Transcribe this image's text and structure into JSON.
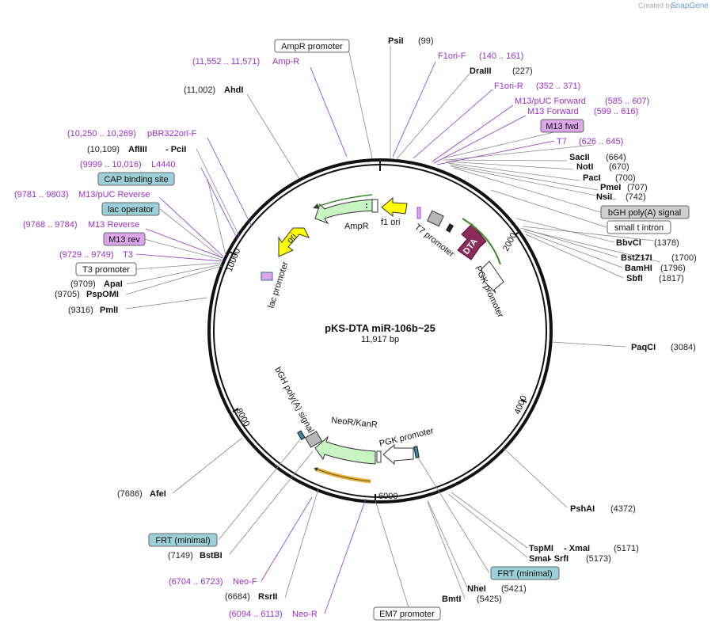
{
  "credit": {
    "created_by": "Created by",
    "brand": "SnapGene"
  },
  "map": {
    "name": "pKS-DTA miR-106b~25",
    "length": "11,917 bp"
  },
  "ticks": [
    "2000",
    "4000",
    "6000",
    "8000",
    "10000"
  ],
  "sites_right": [
    {
      "name": "PsiI",
      "pos": "(99)"
    },
    {
      "name": "DraIII",
      "pos": "(227)"
    },
    {
      "name": "SacII",
      "pos": "(664)"
    },
    {
      "name": "NotI",
      "pos": "(670)"
    },
    {
      "name": "PacI",
      "pos": "(700)"
    },
    {
      "name": "PmeI",
      "pos": "(707)"
    },
    {
      "name": "NsiI",
      "pos": "(742)"
    },
    {
      "name": "BbvCI",
      "pos": "(1378)"
    },
    {
      "name": "BstZ17I",
      "pos": "(1700)"
    },
    {
      "name": "BamHI",
      "pos": "(1796)"
    },
    {
      "name": "SbfI",
      "pos": "(1817)"
    },
    {
      "name": "PaqCI",
      "pos": "(3084)"
    },
    {
      "name": "PshAI",
      "pos": "(4372)"
    },
    {
      "name": "TspMI",
      "sep": "- XmaI",
      "pos": "(5171)"
    },
    {
      "name": "SmaI",
      "sep": "- SrfI",
      "pos": "(5173)"
    },
    {
      "name": "NheI",
      "pos": "(5421)"
    },
    {
      "name": "BmtI",
      "pos": "(5425)"
    }
  ],
  "sites_left": [
    {
      "name": "AhdI",
      "pos": "(11,002)"
    },
    {
      "name": "AflIII",
      "sep": "- PciI",
      "pos": "(10,109)"
    },
    {
      "name": "ApaI",
      "pos": "(9709)"
    },
    {
      "name": "PspOMI",
      "pos": "(9705)"
    },
    {
      "name": "PmlI",
      "pos": "(9316)"
    },
    {
      "name": "AfeI",
      "pos": "(7686)"
    },
    {
      "name": "BstBI",
      "pos": "(7149)"
    },
    {
      "name": "RsrII",
      "pos": "(6684)"
    }
  ],
  "primers": [
    {
      "name": "F1ori-F",
      "pos": "(140 .. 161)"
    },
    {
      "name": "F1ori-R",
      "pos": "(352 .. 371)"
    },
    {
      "name": "M13/pUC Forward",
      "pos": "(585 .. 607)"
    },
    {
      "name": "M13 Forward",
      "pos": "(599 .. 616)"
    },
    {
      "name": "T7",
      "pos": "(626 .. 645)"
    },
    {
      "name": "Amp-R",
      "pos": "(11,552 .. 11,571)"
    },
    {
      "name": "pBR322ori-F",
      "pos": "(10,250 .. 10,269)"
    },
    {
      "name": "L4440",
      "pos": "(9999 .. 10,016)"
    },
    {
      "name": "M13/pUC Reverse",
      "pos": "(9781 .. 9803)"
    },
    {
      "name": "M13 Reverse",
      "pos": "(9768 .. 9784)"
    },
    {
      "name": "T3",
      "pos": "(9729 .. 9749)"
    },
    {
      "name": "Neo-F",
      "pos": "(6704 .. 6723)"
    },
    {
      "name": "Neo-R",
      "pos": "(6094 .. 6113)"
    }
  ],
  "boxes": {
    "ampr_promoter": "AmpR promoter",
    "m13_fwd": "M13 fwd",
    "bgh_polya": "bGH poly(A) signal",
    "small_t_intron": "small t intron",
    "cap_binding": "CAP binding site",
    "lac_operator": "lac operator",
    "m13_rev": "M13 rev",
    "t3_promoter": "T3 promoter",
    "frt_left": "FRT (minimal)",
    "frt_right": "FRT (minimal)",
    "em7_promoter": "EM7 promoter"
  },
  "features": {
    "ampr": "AmpR",
    "f1_ori": "f1 ori",
    "t7_promoter": "T7 promoter",
    "dta": "DTA",
    "pgk_promoter_top": "PGK promoter",
    "ori": "ori",
    "lac_promoter": "lac promoter",
    "bgh_polya_inner": "bGH poly(A) signal",
    "neor_kanr": "NeoR/KanR",
    "pgk_promoter_bottom": "PGK promoter"
  },
  "colors": {
    "primer": "#9b30c8",
    "ampr_fill": "#c9f5c4",
    "ori_fill": "#ffff00",
    "dta_fill": "#8c2a5a",
    "cap_fill": "#9ccfd8",
    "m13_fill": "#dca6ea",
    "bgh_fill": "#cfcfcf"
  }
}
